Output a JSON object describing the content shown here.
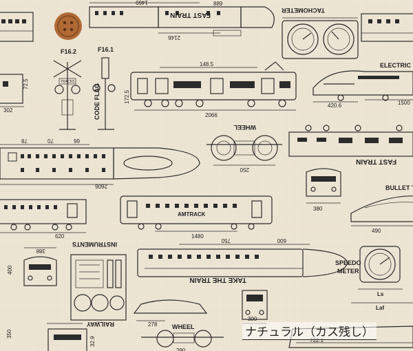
{
  "photo": {
    "caption": "ナチュラル（カス残し）",
    "fabric_color": "#efe7d6",
    "ink_color": "#2b2b2b",
    "button_color": "#b06a35"
  },
  "labels": {
    "fast_train_top": "FAST TRAIN",
    "tachometer": "TACHOMETER",
    "f162": "F16.2",
    "f161": "F16.1",
    "tracks": "TRACKS",
    "code_flag": "CODE FLAG",
    "electric_train": "ELECTRIC TRAIN",
    "wheel_mirror": "WHEEL",
    "fast_train_right": "FAST TRAIN",
    "bullet_train": "BULLET TRAIN",
    "amtrack": "AMTRACK",
    "instruments": "INSTRUMENTS",
    "take_the_train": "TAKE THE TRAIN",
    "speedo": "SPEEDO",
    "meter": "METER",
    "railway": "RAILWAY",
    "wheel": "WHEEL",
    "ls": "Ls",
    "lsf": "Laf"
  },
  "dimensions": {
    "d1460": "1460",
    "d889": "889",
    "d2146": "2146",
    "d1485": "148.5",
    "d725": "72.5",
    "d302": "302",
    "d1725": "172.5",
    "d2066": "2066",
    "d4206": "420.6",
    "d1500": "1500",
    "d78": "78",
    "d70": "70",
    "d66": "66",
    "d2606": "2606",
    "d250": "250",
    "d380": "380",
    "d490": "490",
    "d620": "620",
    "d1480": "1480",
    "d388": "388",
    "d400": "400",
    "d750": "750",
    "d600": "600",
    "d300": "300",
    "d278": "278",
    "d350": "350",
    "d290": "290",
    "d7221": "722.1",
    "d329": "32.9"
  }
}
